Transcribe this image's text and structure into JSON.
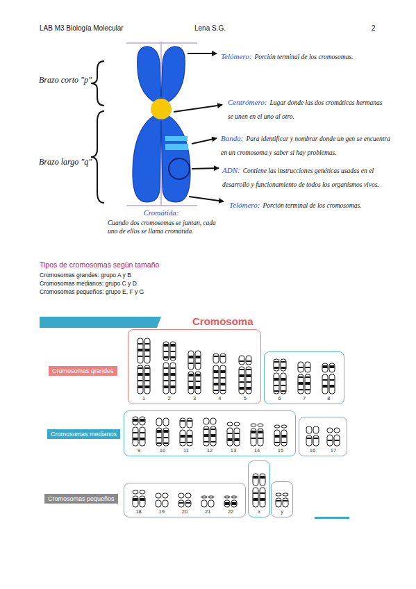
{
  "diagram": {
    "nodes": [
      {
        "text": [
          "Cromosomas grandes"
        ]
      },
      {
        "text": [
          "1",
          "2",
          "3",
          "4",
          "5"
        ]
      },
      {
        "text": [
          "6",
          "7",
          "8"
        ]
      },
      {
        "text": [
          "Cromosomas medianos"
        ]
      },
      {
        "text": [
          "9",
          "10",
          "11",
          "12",
          "13",
          "14",
          "15"
        ]
      },
      {
        "text": [
          "16",
          "17"
        ]
      },
      {
        "text": [
          "Cromosomas pequeños"
        ]
      },
      {
        "text": [
          "18",
          "19",
          "20",
          "21",
          "22"
        ]
      },
      {
        "text": [
          "x"
        ]
      },
      {
        "text": [
          "y"
        ]
      }
    ],
    "labels": [
      "LAB M3 Biología Molecular",
      "Lena S.G.",
      "2",
      "Brazo corto \"p\"",
      "Brazo largo \"q\"",
      "Telómero:",
      "Porción terminal de los cromosomas.",
      "Centrómero:",
      "Lugar donde las dos cromáticas hermanas se unen en el uno al otro.",
      "Banda:",
      "Para identificar y nombrar donde un gen se encuentra en un cromosoma y saber si hay problemas.",
      "ADN:",
      "Contiene las instrucciones genéticas usadas en el desarrollo y funcionamiento de todos los organismos vivos.",
      "Telómero:",
      "Porción terminal de los cromosomas.",
      "Cromátida:",
      "Cuando dos cromosomas se juntan, cada uno de ellos se llama cromátida.",
      "Tipos de cromosomas según tamaño",
      "Cromosomas grandes: grupo A y B",
      "Cromosomas medianos: grupo C y D",
      "Cromosomas pequeños: grupo E, F y G",
      "Cromosoma"
    ]
  }
}
